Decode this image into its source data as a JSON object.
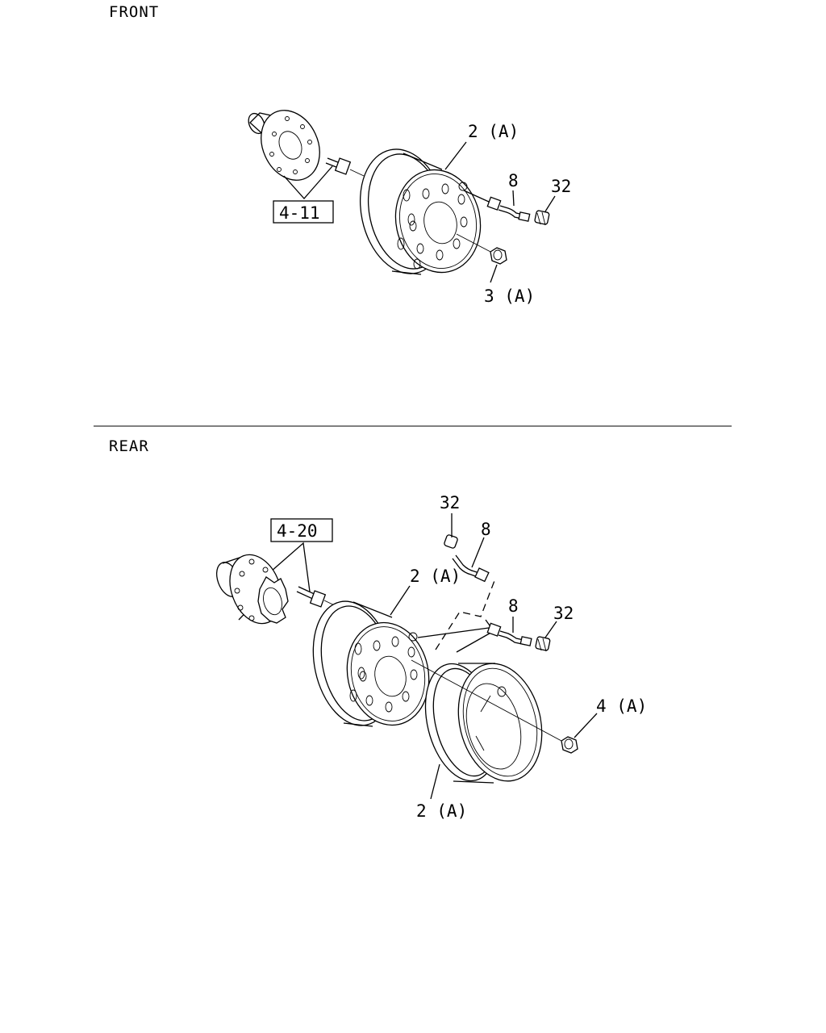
{
  "sections": {
    "front_title": "FRONT",
    "rear_title": "REAR"
  },
  "front": {
    "ref_box": "4-11",
    "callouts": {
      "wheel": "2 (A)",
      "valve_extension": "8",
      "valve_cap": "32",
      "wheel_nut": "3 (A)"
    }
  },
  "rear": {
    "ref_box": "4-20",
    "callouts": {
      "valve_cap_inner": "32",
      "valve_extension_inner": "8",
      "wheel_outer": "2 (A)",
      "valve_extension_outer": "8",
      "valve_cap_outer": "32",
      "wheel_nut": "4 (A)",
      "wheel_inner": "2 (A)"
    }
  }
}
